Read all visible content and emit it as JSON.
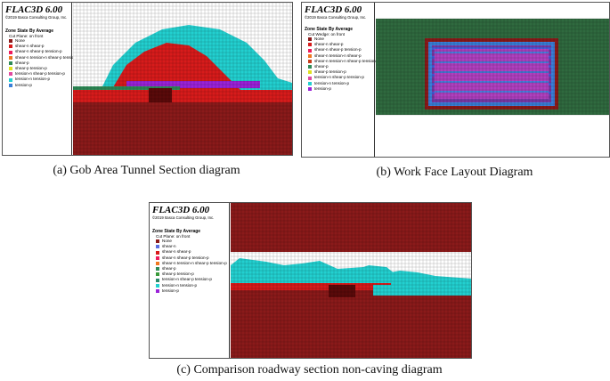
{
  "colors": {
    "none": "#8b1a1a",
    "shear_n": "#5b6ee0",
    "shear_n_shear_p": "#d81b1b",
    "shear_n_shear_p_tension_p": "#ee1c5c",
    "shear_n_tension_n_shear_p": "#f07820",
    "shear_p": "#2e8b57",
    "shear_p_tension_p": "#e0e020",
    "tension_n_shear_p_tension_p": "#e04aa0",
    "tension_n_tension_p": "#22d0d0",
    "tension_p": "#3a7fd8",
    "purple": "#9a22d8",
    "green_bg": "#2f6a3f"
  },
  "panel_a": {
    "title": "FLAC3D 6.00",
    "copyright": "©2019 Itasca Consulting Group, Inc.",
    "zone_state": "Zone State By Average",
    "cut_plane": "Cut Plane: on front",
    "legend": [
      {
        "label": "None",
        "color": "#8b1a1a"
      },
      {
        "label": "shear-n shear-p",
        "color": "#d81b1b"
      },
      {
        "label": "shear-n shear-p tension-p",
        "color": "#ee1c5c"
      },
      {
        "label": "shear-n tension-n shear-p tension-p",
        "color": "#f07820"
      },
      {
        "label": "shear-p",
        "color": "#2e8b57"
      },
      {
        "label": "shear-p tension-p",
        "color": "#e0e020"
      },
      {
        "label": "tension-n shear-p tension-p",
        "color": "#e04aa0"
      },
      {
        "label": "tension-n tension-p",
        "color": "#22d0d0"
      },
      {
        "label": "tension-p",
        "color": "#3a7fd8"
      }
    ],
    "caption": "(a) Gob Area Tunnel Section diagram"
  },
  "panel_b": {
    "title": "FLAC3D 6.00",
    "copyright": "©2019 Itasca Consulting Group, Inc.",
    "zone_state": "Zone State By Average",
    "cut_plane": "Cut Wedge: on front",
    "legend": [
      {
        "label": "None",
        "color": "#8b1a1a"
      },
      {
        "label": "shear-n shear-p",
        "color": "#d81b1b"
      },
      {
        "label": "shear-n shear-p tension-p",
        "color": "#ee1c5c"
      },
      {
        "label": "shear-n tension-n shear-p",
        "color": "#f07820"
      },
      {
        "label": "shear-n tension-n shear-p tension-p",
        "color": "#c83a1a"
      },
      {
        "label": "shear-p",
        "color": "#2e8b57"
      },
      {
        "label": "shear-p tension-p",
        "color": "#e0e020"
      },
      {
        "label": "tension-n shear-p tension-p",
        "color": "#e04aa0"
      },
      {
        "label": "tension-n tension-p",
        "color": "#22d0d0"
      },
      {
        "label": "tension-p",
        "color": "#9a22d8"
      }
    ],
    "caption": "(b) Work Face Layout Diagram"
  },
  "panel_c": {
    "title": "FLAC3D 6.00",
    "copyright": "©2019 Itasca Consulting Group, Inc.",
    "zone_state": "Zone State By Average",
    "cut_plane": "Cut Plane: on front",
    "legend": [
      {
        "label": "None",
        "color": "#8b1a1a"
      },
      {
        "label": "shear-n",
        "color": "#5b6ee0"
      },
      {
        "label": "shear-n shear-p",
        "color": "#d81b1b"
      },
      {
        "label": "shear-n shear-p tension-p",
        "color": "#ee1c5c"
      },
      {
        "label": "shear-n tension-n shear-p tension-p",
        "color": "#f07820"
      },
      {
        "label": "shear-p",
        "color": "#2e8b57"
      },
      {
        "label": "shear-p tension-p",
        "color": "#3a9a3a"
      },
      {
        "label": "tension-n shear-p tension-p",
        "color": "#2a8a6a"
      },
      {
        "label": "tension-n tension-p",
        "color": "#22d0d0"
      },
      {
        "label": "tension-p",
        "color": "#9a22d8"
      }
    ],
    "caption": "(c) Comparison roadway section non-caving diagram"
  }
}
